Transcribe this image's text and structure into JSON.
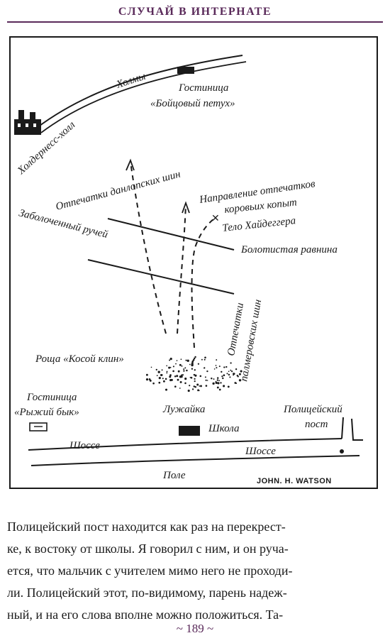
{
  "header": {
    "title": "СЛУЧАЙ В ИНТЕРНАТЕ"
  },
  "map": {
    "labels": {
      "hills": "Холмы",
      "inn_fighting_cock_1": "Гостиница",
      "inn_fighting_cock_2": "«Бойцовый петух»",
      "holdernesse_hall": "Холдернесс-холл",
      "dunlop_tracks": "Отпечатки данлопских шин",
      "cow_tracks_1": "Направление отпечатков",
      "cow_tracks_2": "коровьих копыт",
      "heidegger_body": "Тело Хайдеггера",
      "boggy_stream": "Заболоченный ручей",
      "marshy_plain": "Болотистая равнина",
      "palmer_tracks_1": "Отпечатки",
      "palmer_tracks_2": "палмеровских шин",
      "ragged_shaw": "Роща «Косой клин»",
      "inn_red_bull_1": "Гостиница",
      "inn_red_bull_2": "«Рыжий бык»",
      "lawn": "Лужайка",
      "police_post_1": "Полицейский",
      "police_post_2": "пост",
      "school": "Школа",
      "road_left": "Шоссе",
      "road_right": "Шоссе",
      "field": "Поле",
      "signature": "JOHN. H. WATSON"
    }
  },
  "body": {
    "lines": [
      "Полицейский пост находится как раз на перекрест-",
      "ке, к востоку от школы. Я говорил с ним, и он руча-",
      "ется, что мальчик с учителем мимо него не проходи-",
      "ли. Полицейский этот, по-видимому, парень надеж-",
      "ный, и на его слова вполне можно положиться. Та-"
    ]
  },
  "footer": {
    "page_number": "~ 189 ~"
  }
}
